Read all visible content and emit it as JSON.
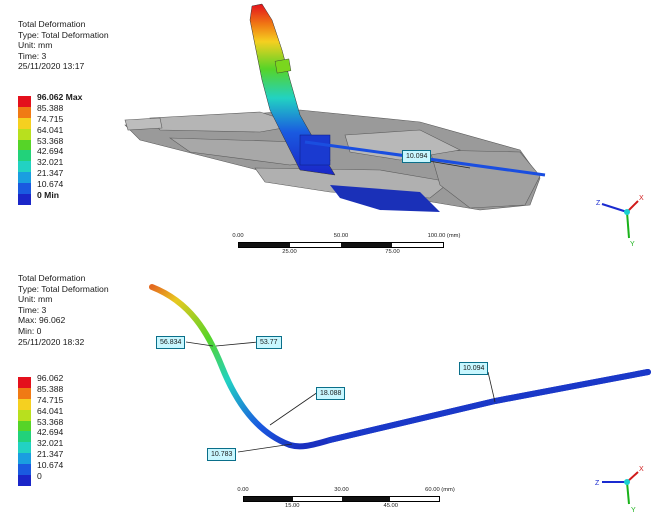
{
  "top": {
    "info": {
      "title": "Total Deformation",
      "type": "Type: Total Deformation",
      "unit": "Unit: mm",
      "time": "Time: 3",
      "date": "25/11/2020 13:17"
    },
    "legend": [
      {
        "label": "96.062 Max",
        "color": "#e4101c",
        "bold": true
      },
      {
        "label": "85.388",
        "color": "#f07a14",
        "bold": false
      },
      {
        "label": "74.715",
        "color": "#f5d020",
        "bold": false
      },
      {
        "label": "64.041",
        "color": "#b8e01e",
        "bold": false
      },
      {
        "label": "53.368",
        "color": "#56d428",
        "bold": false
      },
      {
        "label": "42.694",
        "color": "#22d27a",
        "bold": false
      },
      {
        "label": "32.021",
        "color": "#22d2c2",
        "bold": false
      },
      {
        "label": "21.347",
        "color": "#1a9ee0",
        "bold": false
      },
      {
        "label": "10.674",
        "color": "#1a5ae0",
        "bold": false
      },
      {
        "label": "0 Min",
        "color": "#1a26c8",
        "bold": true
      }
    ],
    "probe": "10.094",
    "scale": {
      "top_ticks": [
        "0.00",
        "50.00",
        "100.00 (mm)"
      ],
      "bottom_ticks": [
        "25.00",
        "75.00"
      ]
    },
    "triad": {
      "z": "Z",
      "x": "X",
      "y": "Y"
    }
  },
  "bottom": {
    "info": {
      "title": "Total Deformation",
      "type": "Type: Total Deformation",
      "unit": "Unit: mm",
      "time": "Time: 3",
      "max": "Max: 96.062",
      "min": "Min: 0",
      "date": "25/11/2020 18:32"
    },
    "legend": [
      {
        "label": "96.062",
        "color": "#e4101c"
      },
      {
        "label": "85.388",
        "color": "#f07a14"
      },
      {
        "label": "74.715",
        "color": "#f5d020"
      },
      {
        "label": "64.041",
        "color": "#b8e01e"
      },
      {
        "label": "53.368",
        "color": "#56d428"
      },
      {
        "label": "42.694",
        "color": "#22d27a"
      },
      {
        "label": "32.021",
        "color": "#22d2c2"
      },
      {
        "label": "21.347",
        "color": "#1a9ee0"
      },
      {
        "label": "10.674",
        "color": "#1a5ae0"
      },
      {
        "label": "0",
        "color": "#1a26c8"
      }
    ],
    "probes": {
      "p1": "56.834",
      "p2": "53.77",
      "p3": "18.088",
      "p4": "10.783",
      "p5": "10.094"
    },
    "scale": {
      "top_ticks": [
        "0.00",
        "30.00",
        "60.00 (mm)"
      ],
      "bottom_ticks": [
        "15.00",
        "45.00"
      ]
    },
    "triad": {
      "z": "Z",
      "x": "X",
      "y": "Y"
    }
  }
}
